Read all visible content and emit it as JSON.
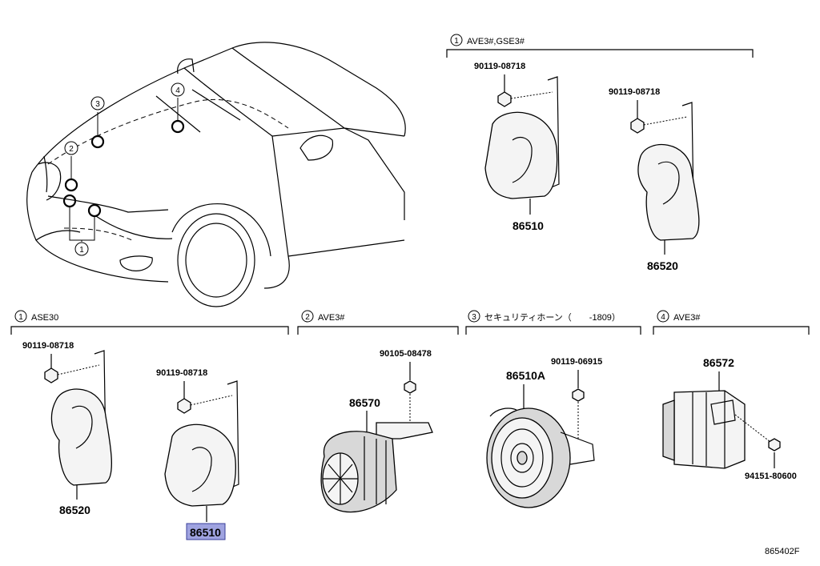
{
  "diagram_code": "865402F",
  "sections": {
    "top_right": {
      "num": "1",
      "label": "AVE3#,GSE3#"
    },
    "ase30": {
      "num": "1",
      "label": "ASE30"
    },
    "ave3_a": {
      "num": "2",
      "label": "AVE3#"
    },
    "security": {
      "num": "3",
      "label": "セキュリティホーン（　　-1809）"
    },
    "ave3_b": {
      "num": "4",
      "label": "AVE3#"
    }
  },
  "car_callouts": [
    "3",
    "4",
    "2",
    "1"
  ],
  "parts": {
    "tr_bolt_1": "90119-08718",
    "tr_horn_1": "86510",
    "tr_bolt_2": "90119-08718",
    "tr_horn_2": "86520",
    "a_bolt_1": "90119-08718",
    "a_horn_1": "86520",
    "a_bolt_2": "90119-08718",
    "a_horn_2": "86510",
    "b_bolt": "90105-08478",
    "b_horn": "86570",
    "c_bolt": "90119-06915",
    "c_horn": "86510A",
    "d_part": "86572",
    "d_nut": "94151-80600"
  },
  "highlighted_part": "86510"
}
